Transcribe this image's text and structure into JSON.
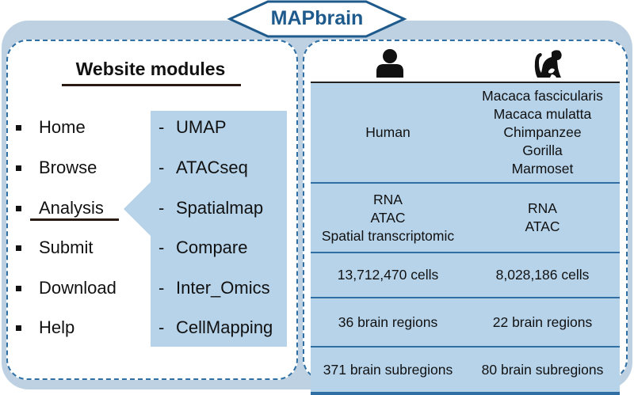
{
  "title": "MAPbrain",
  "colors": {
    "accent": "#1e5a8c",
    "panel_fill": "#b6d3ea",
    "frame": "#bdd1e2"
  },
  "left_panel": {
    "heading": "Website modules",
    "menu": [
      {
        "label": "Home"
      },
      {
        "label": "Browse"
      },
      {
        "label": "Analysis",
        "active": true
      },
      {
        "label": "Submit"
      },
      {
        "label": "Download"
      },
      {
        "label": "Help"
      }
    ],
    "submenu_dash": "-",
    "submenu": [
      {
        "label": "UMAP"
      },
      {
        "label": "ATACseq"
      },
      {
        "label": "Spatialmap"
      },
      {
        "label": "Compare"
      },
      {
        "label": "Inter_Omics"
      },
      {
        "label": "CellMapping"
      }
    ]
  },
  "right_panel": {
    "columns": [
      {
        "icon": "human-icon"
      },
      {
        "icon": "monkey-icon"
      }
    ],
    "rows": [
      {
        "human": [
          "Human"
        ],
        "nonhuman": [
          "Macaca fascicularis",
          "Macaca mulatta",
          "Chimpanzee",
          "Gorilla",
          "Marmoset"
        ]
      },
      {
        "human": [
          "RNA",
          "ATAC",
          "Spatial transcriptomic"
        ],
        "nonhuman": [
          "RNA",
          "ATAC"
        ]
      },
      {
        "human": [
          "13,712,470 cells"
        ],
        "nonhuman": [
          "8,028,186 cells"
        ]
      },
      {
        "human": [
          "36 brain regions"
        ],
        "nonhuman": [
          "22 brain regions"
        ]
      },
      {
        "human": [
          "371 brain subregions"
        ],
        "nonhuman": [
          "80 brain subregions"
        ]
      }
    ]
  }
}
